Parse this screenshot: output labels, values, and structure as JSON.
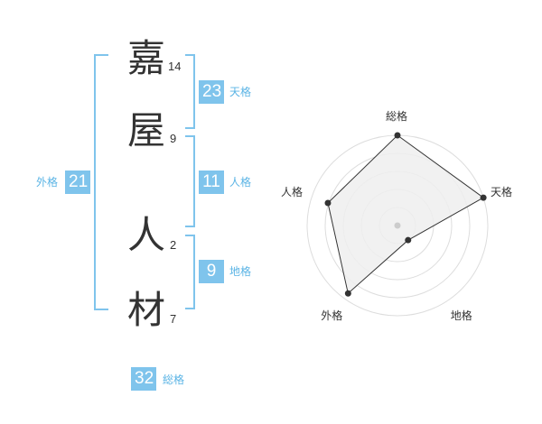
{
  "name": {
    "chars": [
      {
        "char": "嘉",
        "strokes": "14"
      },
      {
        "char": "屋",
        "strokes": "9"
      },
      {
        "char": "人",
        "strokes": "2"
      },
      {
        "char": "材",
        "strokes": "7"
      }
    ]
  },
  "fortunes": {
    "tenkaku": {
      "value": "23",
      "label": "天格"
    },
    "jinkaku": {
      "value": "11",
      "label": "人格"
    },
    "chikaku": {
      "value": "9",
      "label": "地格"
    },
    "gaikaku": {
      "value": "21",
      "label": "外格"
    },
    "soukaku": {
      "value": "32",
      "label": "総格"
    }
  },
  "colors": {
    "accent": "#7fc4ec",
    "accent_text": "#5bb4e5",
    "text": "#333333",
    "radar_fill": "#eeeeee"
  },
  "chart_data": {
    "type": "radar",
    "axes": [
      "総格",
      "天格",
      "地格",
      "外格",
      "人格"
    ],
    "values": [
      1.0,
      1.0,
      0.2,
      0.93,
      0.81
    ],
    "range": [
      0,
      1
    ],
    "rings": 5
  }
}
